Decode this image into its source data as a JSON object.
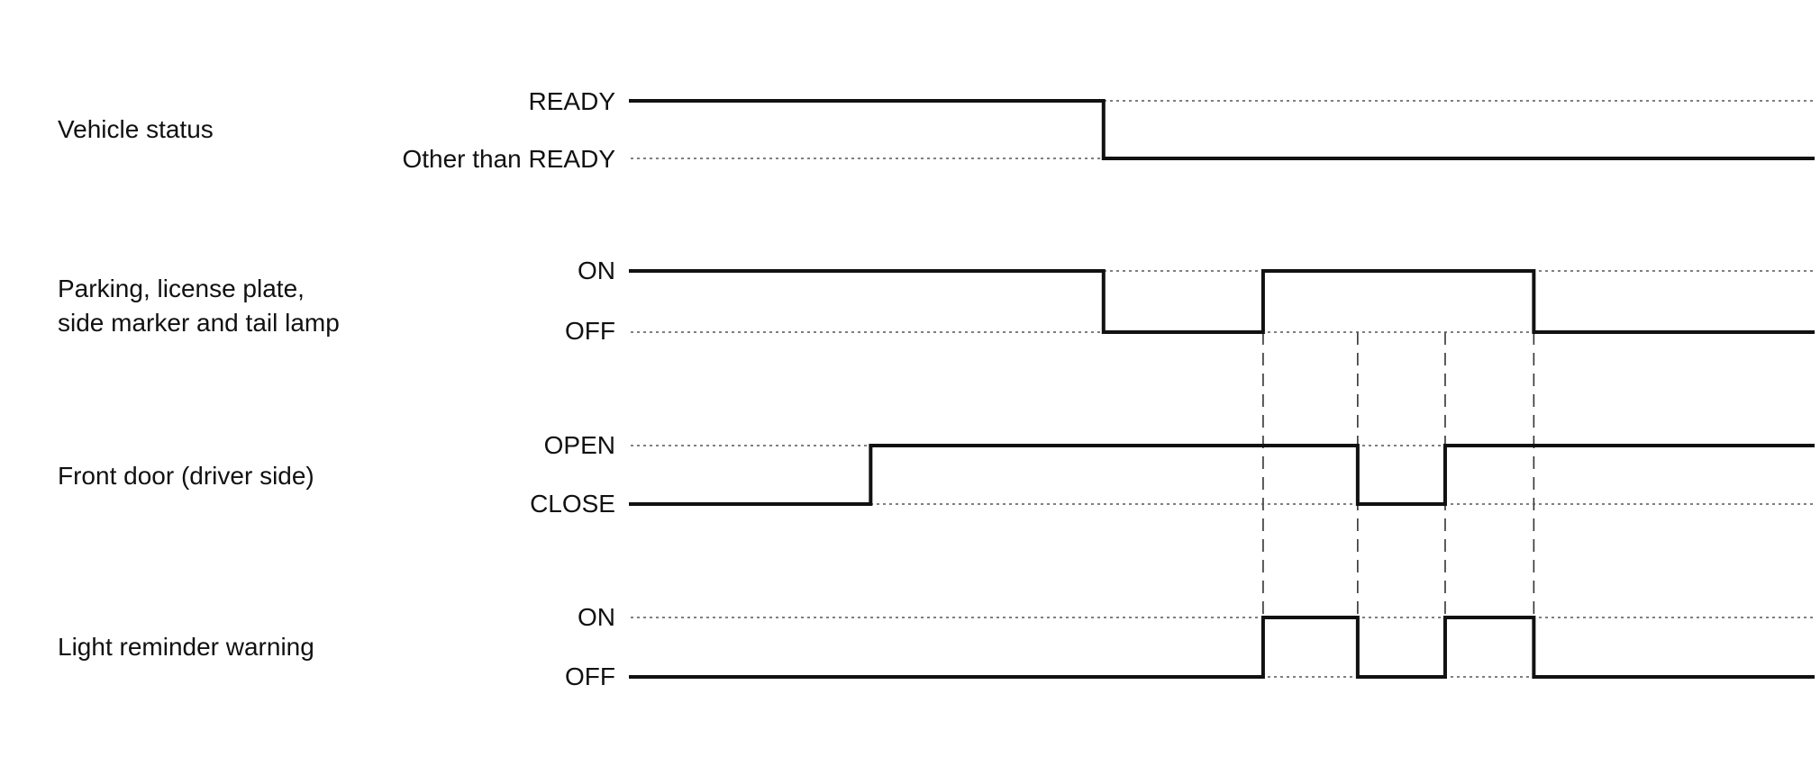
{
  "signals": [
    {
      "name_lines": [
        "Vehicle status"
      ],
      "high_label": "READY",
      "low_label": "Other than READY",
      "wave": [
        [
          0,
          "high"
        ],
        [
          0.4,
          "low"
        ]
      ]
    },
    {
      "name_lines": [
        "Parking, license plate,",
        "side marker and tail lamp"
      ],
      "high_label": "ON",
      "low_label": "OFF",
      "wave": [
        [
          0,
          "high"
        ],
        [
          0.4,
          "low"
        ],
        [
          0.535,
          "high"
        ],
        [
          0.764,
          "low"
        ]
      ]
    },
    {
      "name_lines": [
        "Front door (driver side)"
      ],
      "high_label": "OPEN",
      "low_label": "CLOSE",
      "wave": [
        [
          0,
          "low"
        ],
        [
          0.203,
          "high"
        ],
        [
          0.615,
          "low"
        ],
        [
          0.689,
          "high"
        ]
      ]
    },
    {
      "name_lines": [
        "Light reminder warning"
      ],
      "high_label": "ON",
      "low_label": "OFF",
      "wave": [
        [
          0,
          "low"
        ],
        [
          0.535,
          "high"
        ],
        [
          0.615,
          "low"
        ],
        [
          0.689,
          "high"
        ],
        [
          0.764,
          "low"
        ]
      ]
    }
  ],
  "sync_markers": [
    0.535,
    0.615,
    0.689,
    0.764
  ]
}
